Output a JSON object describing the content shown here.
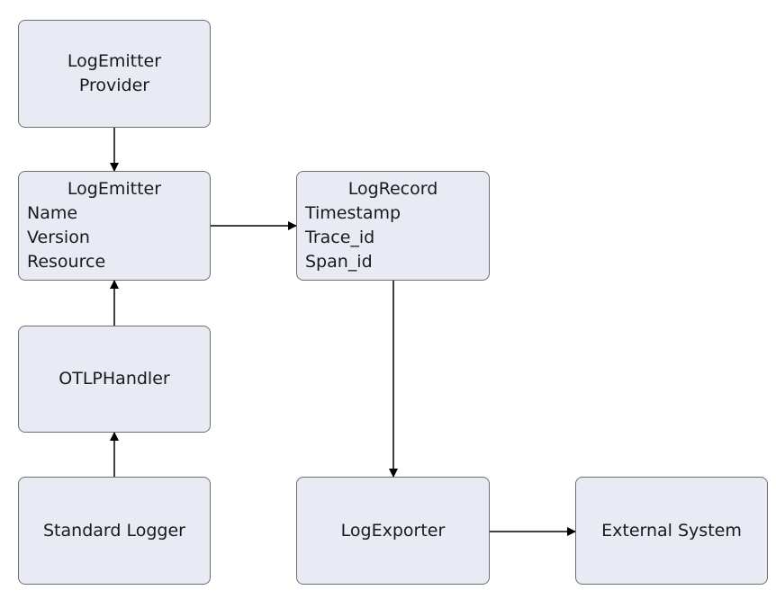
{
  "nodes": {
    "provider": {
      "lines": [
        "LogEmitter",
        "Provider"
      ]
    },
    "emitter": {
      "title": "LogEmitter",
      "fields": [
        "Name",
        "Version",
        "Resource"
      ]
    },
    "record": {
      "title": "LogRecord",
      "fields": [
        "Timestamp",
        "Trace_id",
        "Span_id"
      ]
    },
    "handler": {
      "label": "OTLPHandler"
    },
    "logger": {
      "label": "Standard Logger"
    },
    "exporter": {
      "label": "LogExporter"
    },
    "external": {
      "label": "External System"
    }
  },
  "edges": [
    {
      "from": "provider",
      "to": "emitter"
    },
    {
      "from": "emitter",
      "to": "record"
    },
    {
      "from": "handler",
      "to": "emitter"
    },
    {
      "from": "logger",
      "to": "handler"
    },
    {
      "from": "record",
      "to": "exporter"
    },
    {
      "from": "exporter",
      "to": "external"
    }
  ],
  "colors": {
    "node_fill": "#e8eaf4",
    "node_border": "#6e6e6e",
    "edge": "#000000"
  }
}
